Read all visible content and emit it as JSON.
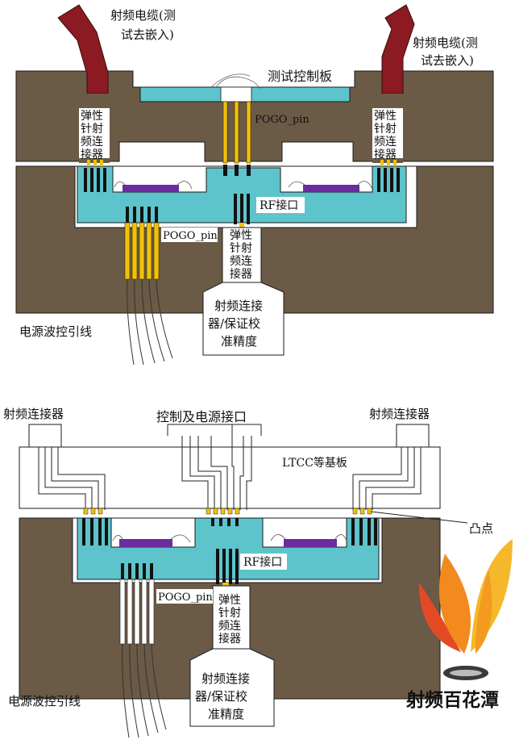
{
  "top": {
    "rf_cable_left": [
      "射频电缆(测",
      "试去嵌入)"
    ],
    "rf_cable_right": [
      "射频电缆(测",
      "试去嵌入)"
    ],
    "test_board": "测试控制板",
    "pogo_top": "POGO_pin",
    "spring_left": [
      "弹性",
      "针射",
      "频连",
      "接器"
    ],
    "spring_right": [
      "弹性",
      "针射",
      "频连",
      "接器"
    ],
    "rf_interface": "RF接口",
    "pogo_bottom": "POGO_pin",
    "spring_bottom": [
      "弹性",
      "针射",
      "频连",
      "接器"
    ],
    "rf_connector": [
      "射频连接",
      "器/保证校",
      "准精度"
    ],
    "power_lines": "电源波控引线"
  },
  "bottom": {
    "rf_conn_left": "射频连接器",
    "control_power": "控制及电源接口",
    "rf_conn_right": "射频连接器",
    "ltcc": "LTCC等基板",
    "bump": "凸点",
    "rf_interface": "RF接口",
    "pogo": "POGO_pin",
    "spring": [
      "弹性",
      "针射",
      "频连",
      "接器"
    ],
    "rf_connector": [
      "射频连接",
      "器/保证校",
      "准精度"
    ],
    "power_lines": "电源波控引线"
  },
  "logo": {
    "text": "射频百花潭"
  },
  "colors": {
    "fixture": "#6b5a45",
    "module": "#5ec4cc",
    "chip": "#6a2c9e",
    "pin": "#f2c20a",
    "cable": "#8b1a22",
    "outline": "#1a1a1a"
  }
}
